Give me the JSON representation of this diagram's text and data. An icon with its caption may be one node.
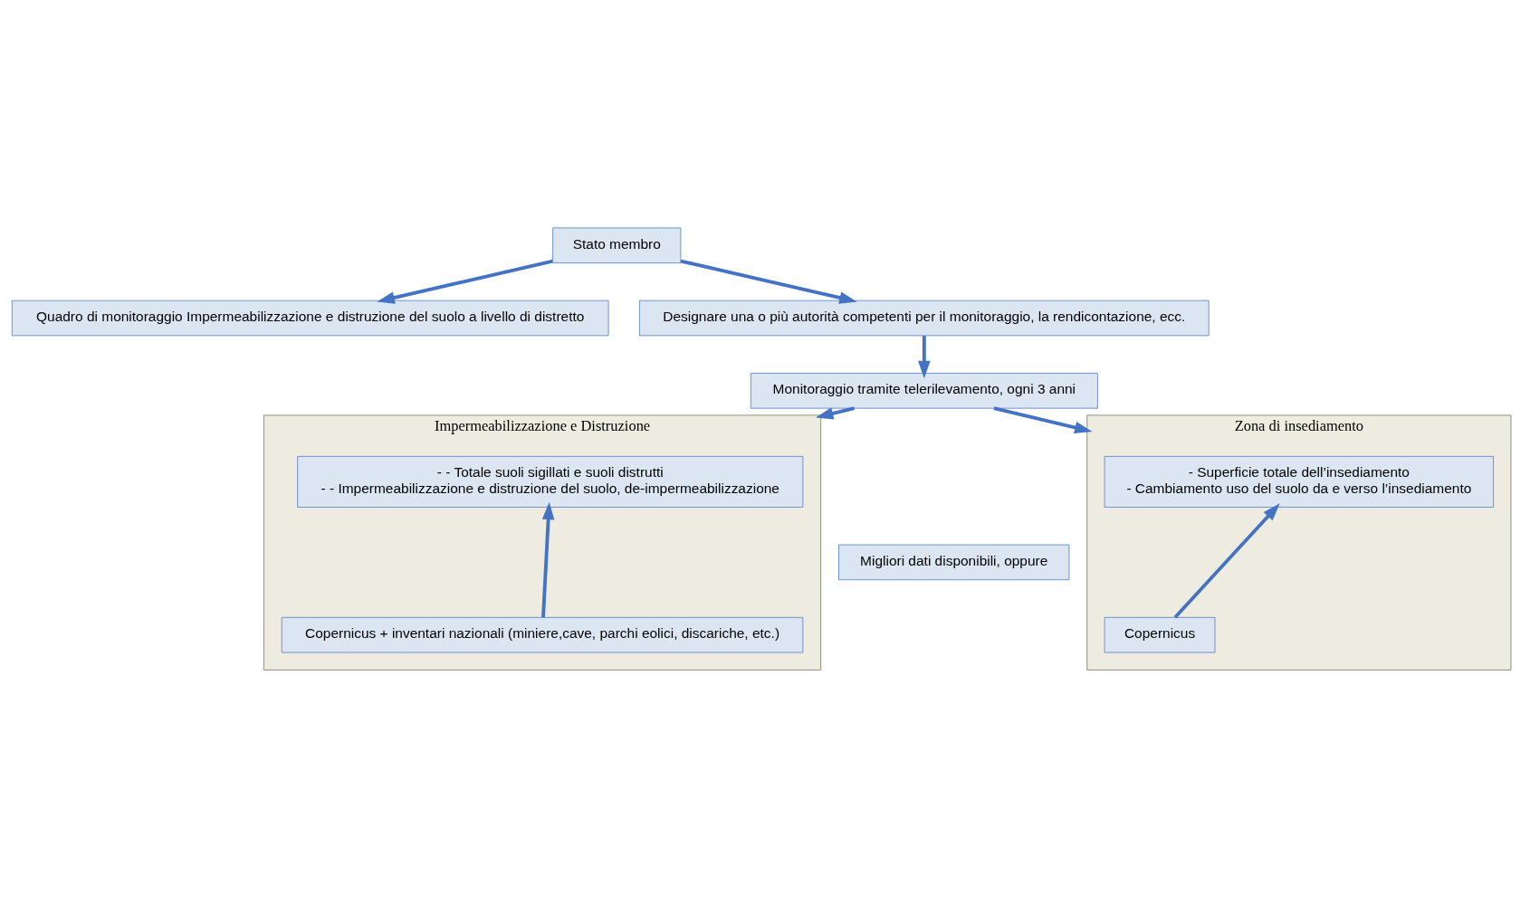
{
  "diagram": {
    "nodes": [
      {
        "text": [
          "Stato membro"
        ]
      },
      {
        "text": [
          "Quadro di monitoraggio Impermeabilizzazione e distruzione del suolo a livello di distretto"
        ]
      },
      {
        "text": [
          "Designare una o più autorità competenti per il monitoraggio, la rendicontazione, ecc."
        ]
      },
      {
        "text": [
          "Monitoraggio tramite telerilevamento, ogni 3 anni"
        ]
      },
      {
        "text": [
          "Impermeabilizzazione e Distruzione"
        ]
      },
      {
        "text": [
          "- - Totale suoli sigillati e suoli distrutti",
          "- - Impermeabilizzazione e distruzione del suolo, de-impermeabilizzazione"
        ],
        "in": 4
      },
      {
        "text": [
          "Copernicus + inventari nazionali (miniere,cave, parchi eolici, discariche, etc.)"
        ],
        "in": 4
      },
      {
        "text": [
          "Zona di insediamento"
        ]
      },
      {
        "text": [
          "- Superficie totale dell’insediamento",
          "- Cambiamento uso del suolo da e verso l’insediamento"
        ],
        "in": 7
      },
      {
        "text": [
          "Copernicus"
        ],
        "in": 7
      },
      {
        "text": [
          "Migliori dati disponibili, oppure"
        ]
      }
    ],
    "edges": [
      {
        "from": 0,
        "to": 1,
        "arrow": "to"
      },
      {
        "from": 0,
        "to": 2,
        "arrow": "to"
      },
      {
        "from": 2,
        "to": 3,
        "arrow": "to"
      },
      {
        "from": 3,
        "to": 4,
        "arrow": "to"
      },
      {
        "from": 3,
        "to": 7,
        "arrow": "to"
      },
      {
        "from": 6,
        "to": 5,
        "arrow": "to"
      },
      {
        "from": 9,
        "to": 8,
        "arrow": "to"
      }
    ]
  }
}
